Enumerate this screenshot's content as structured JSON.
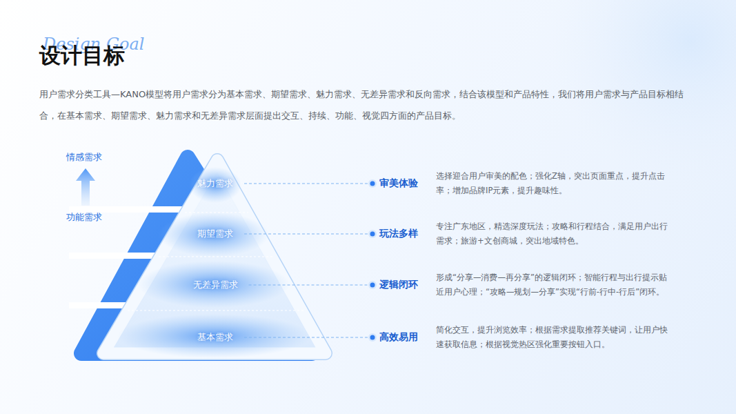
{
  "diagram": {
    "title": "设计目标",
    "caption": "用户需求分类工具—KANO模型将用户需求分为基本需求、期望需求、魅力需求、无差异需求和反向需求，结合该模型和产品特性，我们将用户需求与产品目标相结合，在基本需求、期望需求、魅力需求和无差异需求层面提出交互、持续、功能、视觉四方面的产品目标。",
    "nodes": [
      {
        "text": [
          "魅力需求"
        ]
      },
      {
        "text": [
          "期望需求"
        ]
      },
      {
        "text": [
          "无差异需求"
        ]
      },
      {
        "text": [
          "基本需求"
        ]
      },
      {
        "text": [
          "审美体验",
          "选择迎合用户审美的配色；强化Z轴，突出页面重点，提升点击率；增加品牌IP元素，提升趣味性。"
        ]
      },
      {
        "text": [
          "玩法多样",
          "专注广东地区，精选深度玩法；攻略和行程结合，满足用户出行需求；旅游+文创商城，突出地域特色。"
        ]
      },
      {
        "text": [
          "逻辑闭环",
          "形成“分享—消费—再分享”的逻辑闭环；智能行程与出行提示贴近用户心理；“攻略—规划—分享”实现“行前-行中-行后”闭环。"
        ]
      },
      {
        "text": [
          "高效易用",
          "简化交互，提升浏览效率；根据需求提取推荐关键词，让用户快速获取信息；根据视觉热区强化重要按钮入口。"
        ]
      }
    ],
    "edges": [
      {
        "from": 0,
        "to": 4,
        "arrow": "none"
      },
      {
        "from": 1,
        "to": 5,
        "arrow": "none"
      },
      {
        "from": 2,
        "to": 6,
        "arrow": "none"
      },
      {
        "from": 3,
        "to": 7,
        "arrow": "none"
      }
    ],
    "labels": [
      "Design Goal",
      "情感需求",
      "功能需求"
    ]
  }
}
